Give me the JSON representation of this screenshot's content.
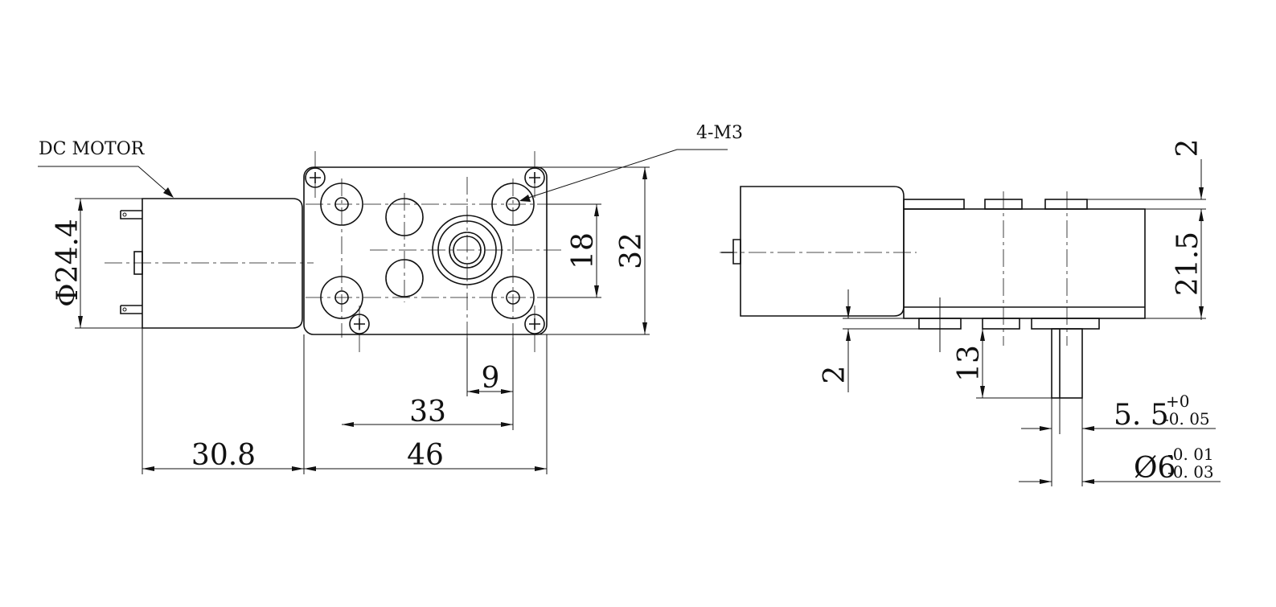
{
  "labels": {
    "dc_motor": "DC MOTOR",
    "screw_callout": "4-M3"
  },
  "dimensions": {
    "motor_diameter": "Φ24.4",
    "motor_length": "30.8",
    "gearbox_width": "46",
    "hole_spacing_x": "33",
    "shaft_offset": "9",
    "hole_spacing_y": "18",
    "gearbox_height": "32",
    "flange_top": "2",
    "gearbox_thickness": "21.5",
    "flange_bottom": "2",
    "shaft_length": "13",
    "shaft_flat": "5. 5",
    "shaft_flat_tol_upper": "+0",
    "shaft_flat_tol_lower": "-0. 05",
    "shaft_dia": "Ø6",
    "shaft_dia_tol_upper": "-0. 01",
    "shaft_dia_tol_lower": "-0. 03"
  },
  "colors": {
    "line": "#111111",
    "background": "#ffffff"
  }
}
